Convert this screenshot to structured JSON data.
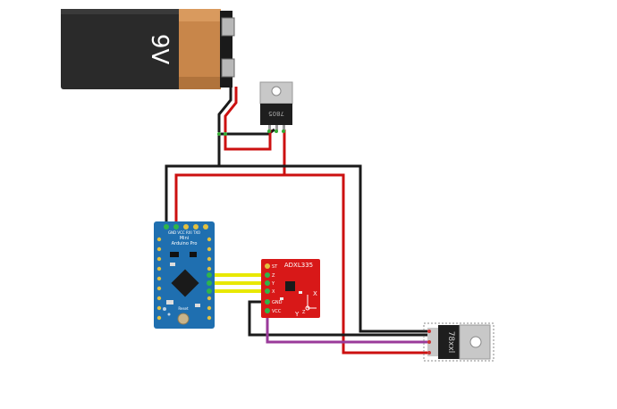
{
  "battery": {
    "label": "9V"
  },
  "arduino": {
    "title_line1": "Mini",
    "title_line2": "Arduino Pro",
    "top_pins": "GND VCC RXI TXO",
    "reset_label": "Reset"
  },
  "accelerometer": {
    "title": "ADXL335",
    "pins": [
      "ST",
      "Z",
      "Y",
      "X",
      "GND",
      "VCC"
    ],
    "axis_x": "X",
    "axis_y": "Y",
    "axis_z": "Z"
  },
  "regulator_small": {
    "label": "78xxl"
  },
  "regulator_top": {
    "label": "7805"
  },
  "colors": {
    "wire_black": "#1a1a1a",
    "wire_red": "#cc1010",
    "wire_yellow": "#e8e800",
    "wire_purple": "#9a3a9a",
    "board_blue": "#1f6fb0",
    "board_red": "#d81818",
    "battery_copper": "#c8864a",
    "battery_black": "#2a2a2a"
  }
}
